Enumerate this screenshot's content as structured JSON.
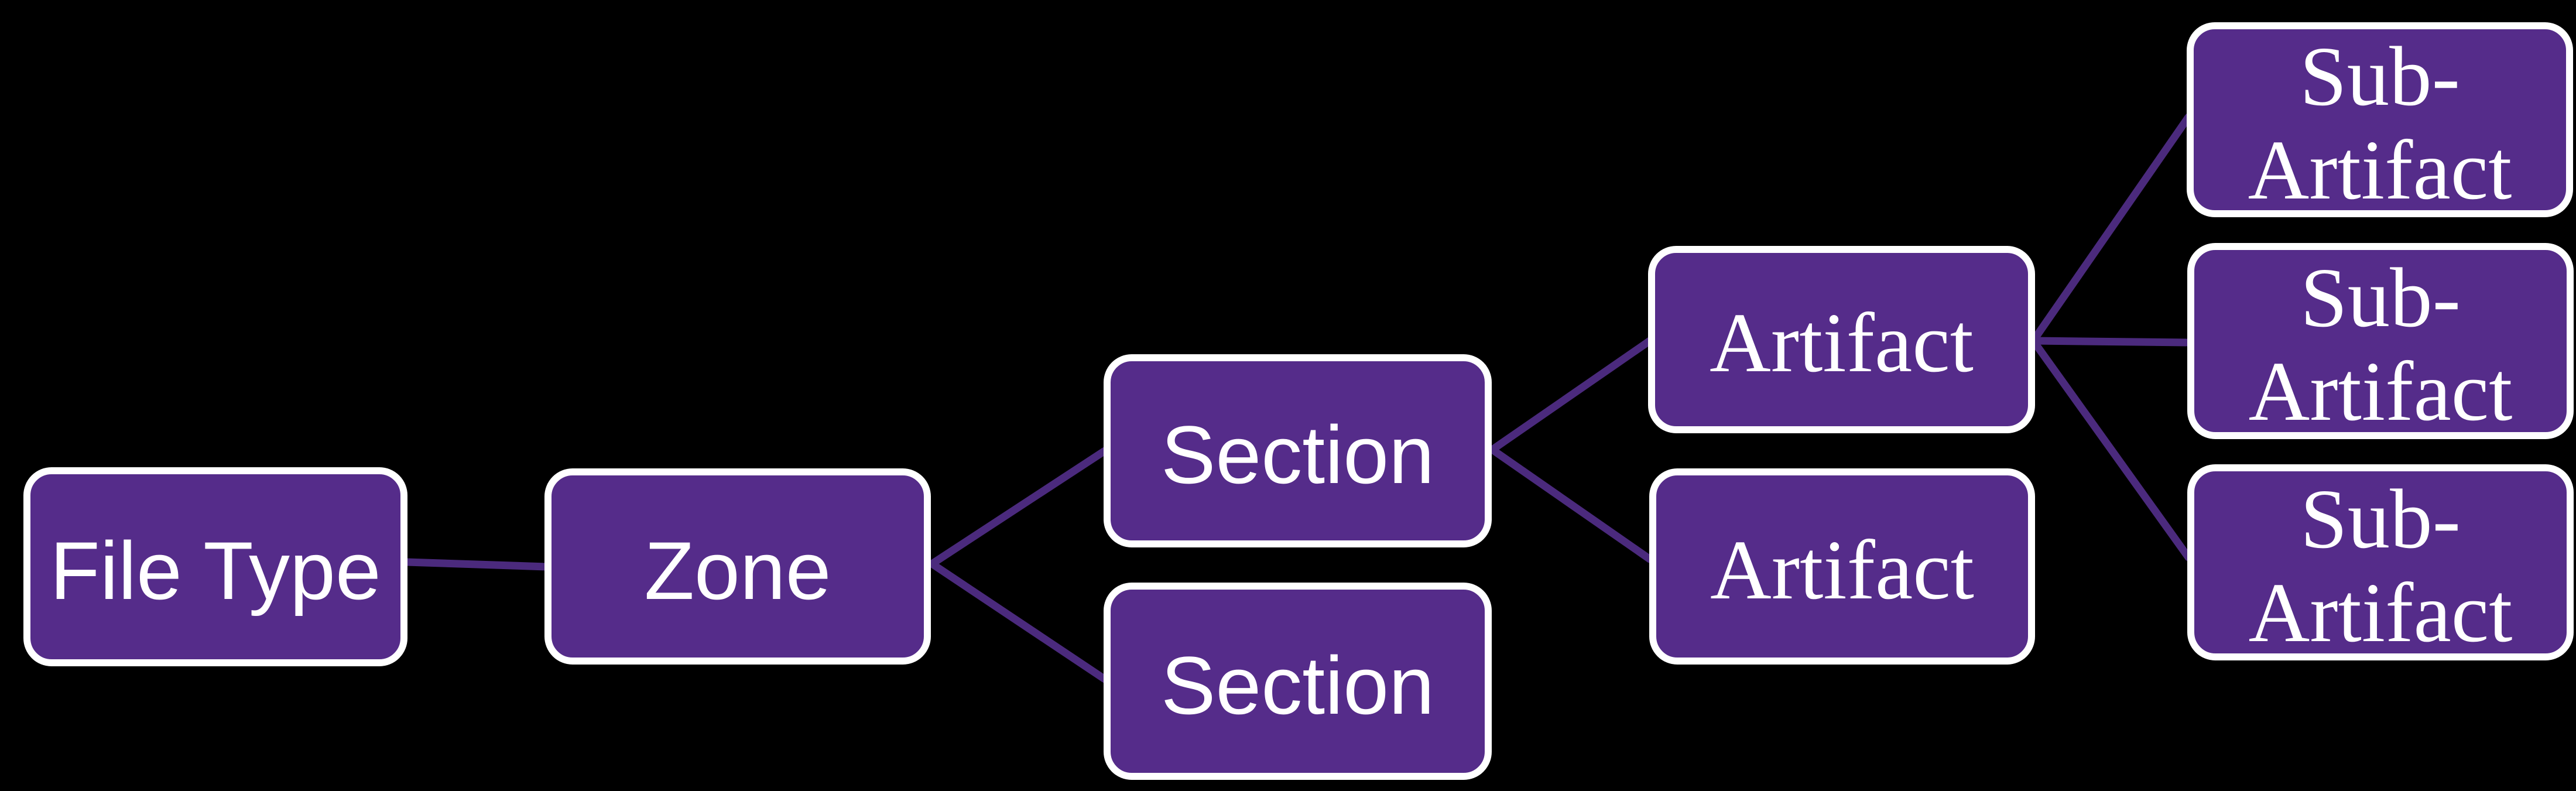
{
  "diagram": {
    "type": "hierarchy-diagram",
    "direction": "left-to-right",
    "colors": {
      "background": "#000000",
      "node_fill": "#552c8a",
      "node_border": "#ffffff",
      "text": "#ffffff",
      "connector": "#4b2a7d"
    },
    "nodes": {
      "file_type": {
        "label": "File Type"
      },
      "zone": {
        "label": "Zone"
      },
      "section_top": {
        "label": "Section"
      },
      "section_bottom": {
        "label": "Section"
      },
      "artifact_top": {
        "label": "Artifact"
      },
      "artifact_bottom": {
        "label": "Artifact"
      },
      "sub_artifact_top": {
        "line1": "Sub-",
        "line2": "Artifact"
      },
      "sub_artifact_middle": {
        "line1": "Sub-",
        "line2": "Artifact"
      },
      "sub_artifact_bottom": {
        "line1": "Sub-",
        "line2": "Artifact"
      }
    },
    "edges": [
      {
        "from": "file_type",
        "to": "zone"
      },
      {
        "from": "zone",
        "to": "section_top"
      },
      {
        "from": "zone",
        "to": "section_bottom"
      },
      {
        "from": "section_top",
        "to": "artifact_top"
      },
      {
        "from": "section_top",
        "to": "artifact_bottom"
      },
      {
        "from": "artifact_top",
        "to": "sub_artifact_top"
      },
      {
        "from": "artifact_top",
        "to": "sub_artifact_middle"
      },
      {
        "from": "artifact_top",
        "to": "sub_artifact_bottom"
      }
    ]
  }
}
